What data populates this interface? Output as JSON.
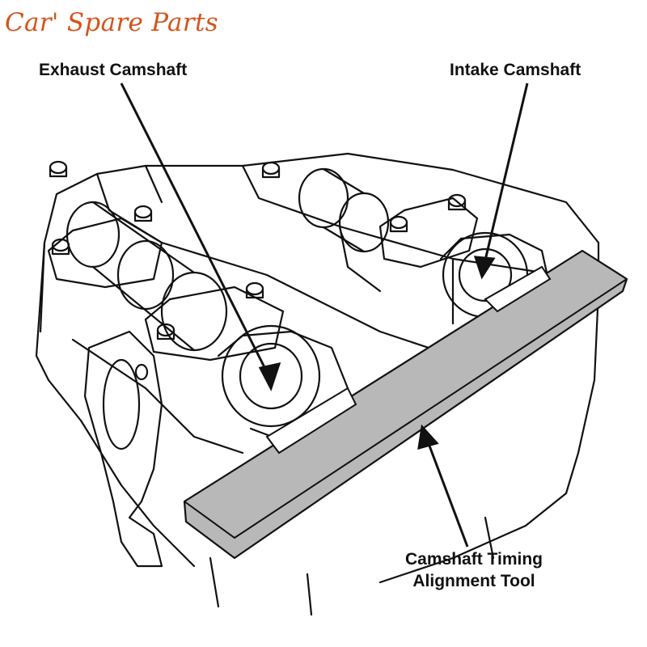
{
  "watermark": "Car' Spare Parts",
  "labels": {
    "exhaust": "Exhaust Camshaft",
    "intake": "Intake Camshaft",
    "tool_line1": "Camshaft Timing",
    "tool_line2": "Alignment Tool"
  },
  "colors": {
    "watermark": "#d4541c",
    "line": "#111111",
    "tool_fill": "#b8b8b8"
  }
}
